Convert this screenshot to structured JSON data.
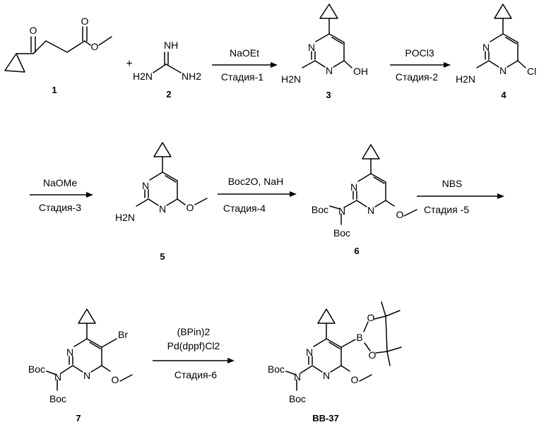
{
  "compounds": [
    {
      "id": "1"
    },
    {
      "id": "2"
    },
    {
      "id": "3"
    },
    {
      "id": "4"
    },
    {
      "id": "5"
    },
    {
      "id": "6"
    },
    {
      "id": "7"
    },
    {
      "id": "BB-37"
    }
  ],
  "steps": [
    {
      "reagent_lines": [
        "NaOEt"
      ],
      "stage": "Стадия-1"
    },
    {
      "reagent_lines": [
        "POCl3"
      ],
      "stage": "Стадия-2"
    },
    {
      "reagent_lines": [
        "NaOMe"
      ],
      "stage": "Стадия-3"
    },
    {
      "reagent_lines": [
        "Boc2O, NaH"
      ],
      "stage": "Стадия-4"
    },
    {
      "reagent_lines": [
        "NBS"
      ],
      "stage": "Стадия -5"
    },
    {
      "reagent_lines": [
        "(BPin)2",
        "Pd(dppf)Cl2"
      ],
      "stage": "Стадия-6"
    }
  ],
  "plus_sign": "+",
  "atom_labels": {
    "O": "O",
    "N": "N",
    "NH": "NH",
    "H2N": "H2N",
    "NH2": "NH2",
    "OH": "OH",
    "Cl": "Cl",
    "Br": "Br",
    "B": "B",
    "Boc": "Boc"
  }
}
